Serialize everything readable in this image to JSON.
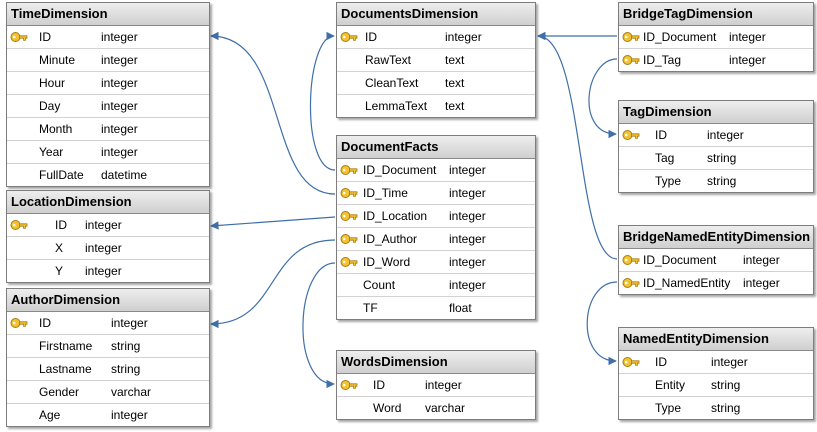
{
  "tables": [
    {
      "id": "time",
      "name": "TimeDimension",
      "fields": [
        {
          "name": "ID",
          "type": "integer",
          "key": true
        },
        {
          "name": "Minute",
          "type": "integer",
          "key": false
        },
        {
          "name": "Hour",
          "type": "integer",
          "key": false
        },
        {
          "name": "Day",
          "type": "integer",
          "key": false
        },
        {
          "name": "Month",
          "type": "integer",
          "key": false
        },
        {
          "name": "Year",
          "type": "integer",
          "key": false
        },
        {
          "name": "FullDate",
          "type": "datetime",
          "key": false
        }
      ]
    },
    {
      "id": "location",
      "name": "LocationDimension",
      "fields": [
        {
          "name": "ID",
          "type": "integer",
          "key": true
        },
        {
          "name": "X",
          "type": "integer",
          "key": false
        },
        {
          "name": "Y",
          "type": "integer",
          "key": false
        }
      ]
    },
    {
      "id": "author",
      "name": "AuthorDimension",
      "fields": [
        {
          "name": "ID",
          "type": "integer",
          "key": true
        },
        {
          "name": "Firstname",
          "type": "string",
          "key": false
        },
        {
          "name": "Lastname",
          "type": "string",
          "key": false
        },
        {
          "name": "Gender",
          "type": "varchar",
          "key": false
        },
        {
          "name": "Age",
          "type": "integer",
          "key": false
        }
      ]
    },
    {
      "id": "documents",
      "name": "DocumentsDimension",
      "fields": [
        {
          "name": "ID",
          "type": "integer",
          "key": true
        },
        {
          "name": "RawText",
          "type": "text",
          "key": false
        },
        {
          "name": "CleanText",
          "type": "text",
          "key": false
        },
        {
          "name": "LemmaText",
          "type": "text",
          "key": false
        }
      ]
    },
    {
      "id": "facts",
      "name": "DocumentFacts",
      "fields": [
        {
          "name": "ID_Document",
          "type": "integer",
          "key": true
        },
        {
          "name": "ID_Time",
          "type": "integer",
          "key": true
        },
        {
          "name": "ID_Location",
          "type": "integer",
          "key": true
        },
        {
          "name": "ID_Author",
          "type": "integer",
          "key": true
        },
        {
          "name": "ID_Word",
          "type": "integer",
          "key": true
        },
        {
          "name": "Count",
          "type": "integer",
          "key": false
        },
        {
          "name": "TF",
          "type": "float",
          "key": false
        }
      ]
    },
    {
      "id": "words",
      "name": "WordsDimension",
      "fields": [
        {
          "name": "ID",
          "type": "integer",
          "key": true
        },
        {
          "name": "Word",
          "type": "varchar",
          "key": false
        }
      ]
    },
    {
      "id": "bridgetag",
      "name": "BridgeTagDimension",
      "fields": [
        {
          "name": "ID_Document",
          "type": "integer",
          "key": true
        },
        {
          "name": "ID_Tag",
          "type": "integer",
          "key": true
        }
      ]
    },
    {
      "id": "tag",
      "name": "TagDimension",
      "fields": [
        {
          "name": "ID",
          "type": "integer",
          "key": true
        },
        {
          "name": "Tag",
          "type": "string",
          "key": false
        },
        {
          "name": "Type",
          "type": "string",
          "key": false
        }
      ]
    },
    {
      "id": "bridgene",
      "name": "BridgeNamedEntityDimension",
      "fields": [
        {
          "name": "ID_Document",
          "type": "integer",
          "key": true
        },
        {
          "name": "ID_NamedEntity",
          "type": "integer",
          "key": true
        }
      ]
    },
    {
      "id": "namedentity",
      "name": "NamedEntityDimension",
      "fields": [
        {
          "name": "ID",
          "type": "integer",
          "key": true
        },
        {
          "name": "Entity",
          "type": "string",
          "key": false
        },
        {
          "name": "Type",
          "type": "string",
          "key": false
        }
      ]
    }
  ],
  "colors": {
    "connector": "#3f6fa8",
    "key_icon": "#e8b829",
    "header_bg": "#d9d9d9"
  }
}
